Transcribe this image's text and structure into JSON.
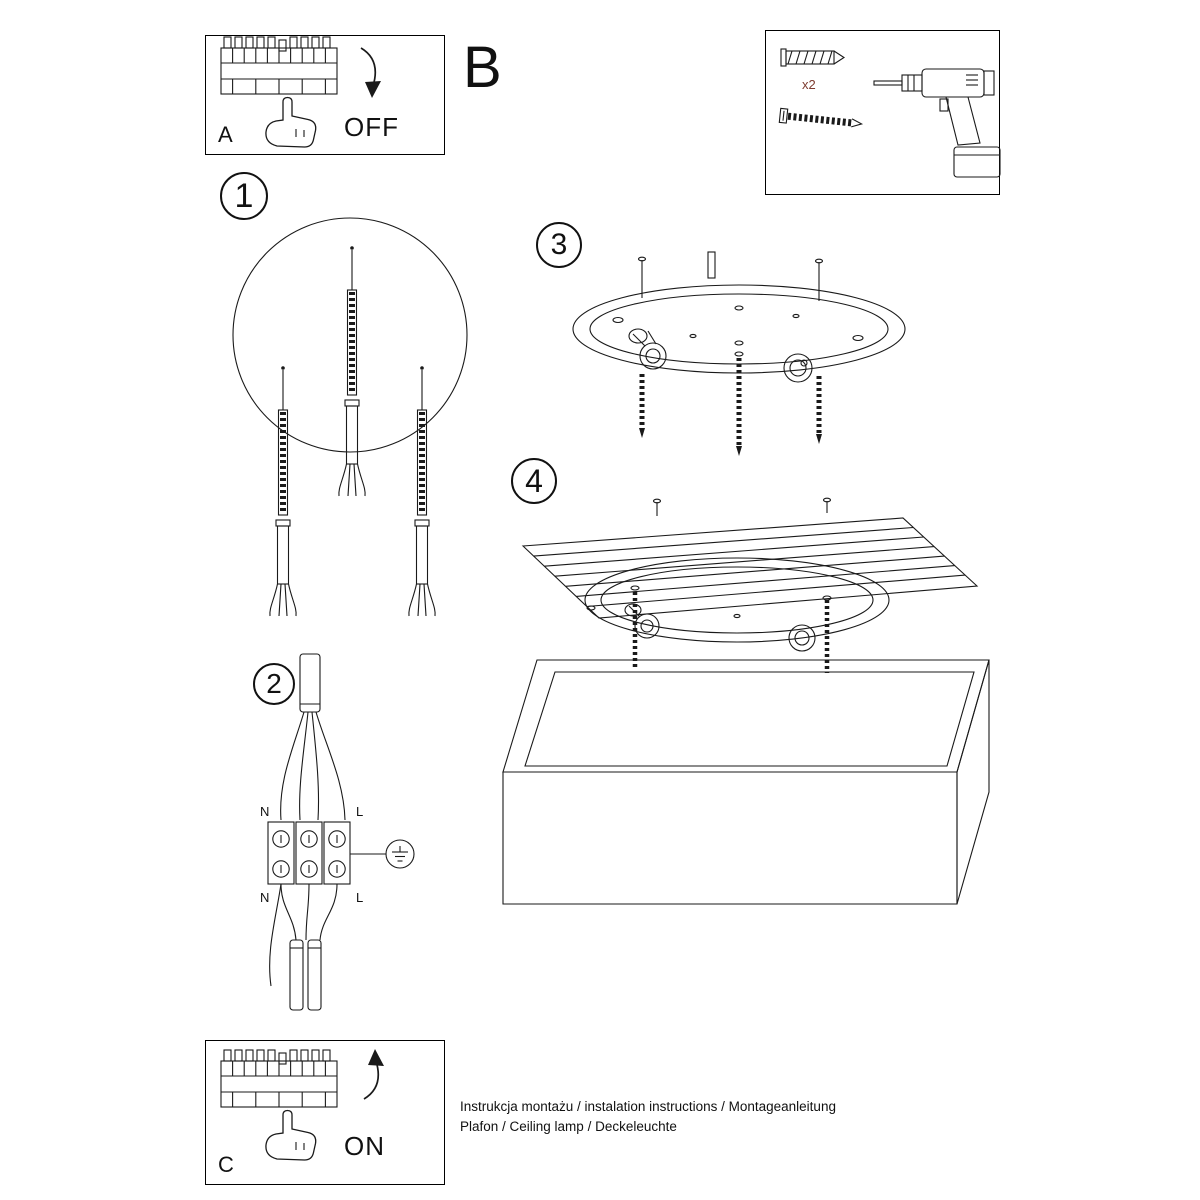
{
  "colors": {
    "ink": "#1a1a1a",
    "count_red": "#7d3b2f"
  },
  "sections": {
    "a_label": "A",
    "b_label": "B",
    "c_label": "C",
    "off_label": "OFF",
    "on_label": "ON"
  },
  "hardware": {
    "anchor_count": "x2"
  },
  "steps": {
    "step1": "1",
    "step2": "2",
    "step3": "3",
    "step4": "4"
  },
  "wiring": {
    "n_top": "N",
    "l_top": "L",
    "n_bottom": "N",
    "l_bottom": "L"
  },
  "footer": {
    "line1": "Instrukcja montażu / instalation instructions / Montageanleitung",
    "line2": "Plafon / Ceiling lamp / Deckeleuchte"
  }
}
